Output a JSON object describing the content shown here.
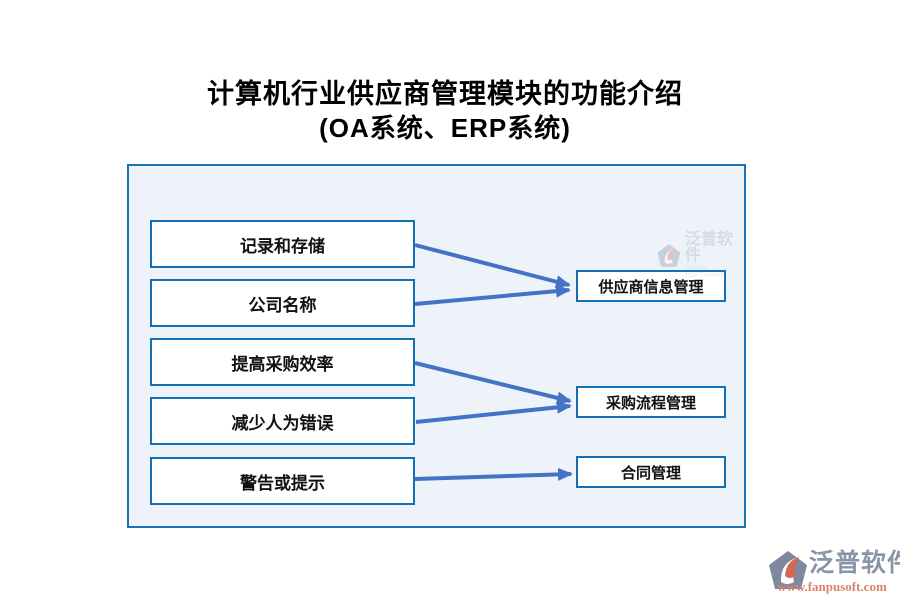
{
  "page": {
    "title_line1": "计算机行业供应商管理模块的功能介绍",
    "title_line2": "(OA系统、ERP系统)"
  },
  "diagram": {
    "left_boxes": [
      {
        "label": "记录和存储"
      },
      {
        "label": "公司名称"
      },
      {
        "label": "提高采购效率"
      },
      {
        "label": "减少人为错误"
      },
      {
        "label": "警告或提示"
      }
    ],
    "right_boxes": [
      {
        "label": "供应商信息管理"
      },
      {
        "label": "采购流程管理"
      },
      {
        "label": "合同管理"
      }
    ],
    "connections": [
      {
        "from": "记录和存储",
        "to": "供应商信息管理"
      },
      {
        "from": "公司名称",
        "to": "供应商信息管理"
      },
      {
        "from": "提高采购效率",
        "to": "采购流程管理"
      },
      {
        "from": "减少人为错误",
        "to": "采购流程管理"
      },
      {
        "from": "警告或提示",
        "to": "合同管理"
      }
    ]
  },
  "watermark": {
    "brand": "泛普软件",
    "subtitle": "FANPU SOFTWARE"
  },
  "footer_logo": {
    "brand": "泛普软件",
    "url": "www.fanpusoft.com"
  },
  "colors": {
    "panel_background": "#eef3f9",
    "panel_border": "#1b74b6",
    "box_border": "#1370b4",
    "arrow": "#4472c4",
    "title_text": "#000000",
    "footer_brand": "#8a94a8",
    "footer_url": "#d9826e"
  }
}
